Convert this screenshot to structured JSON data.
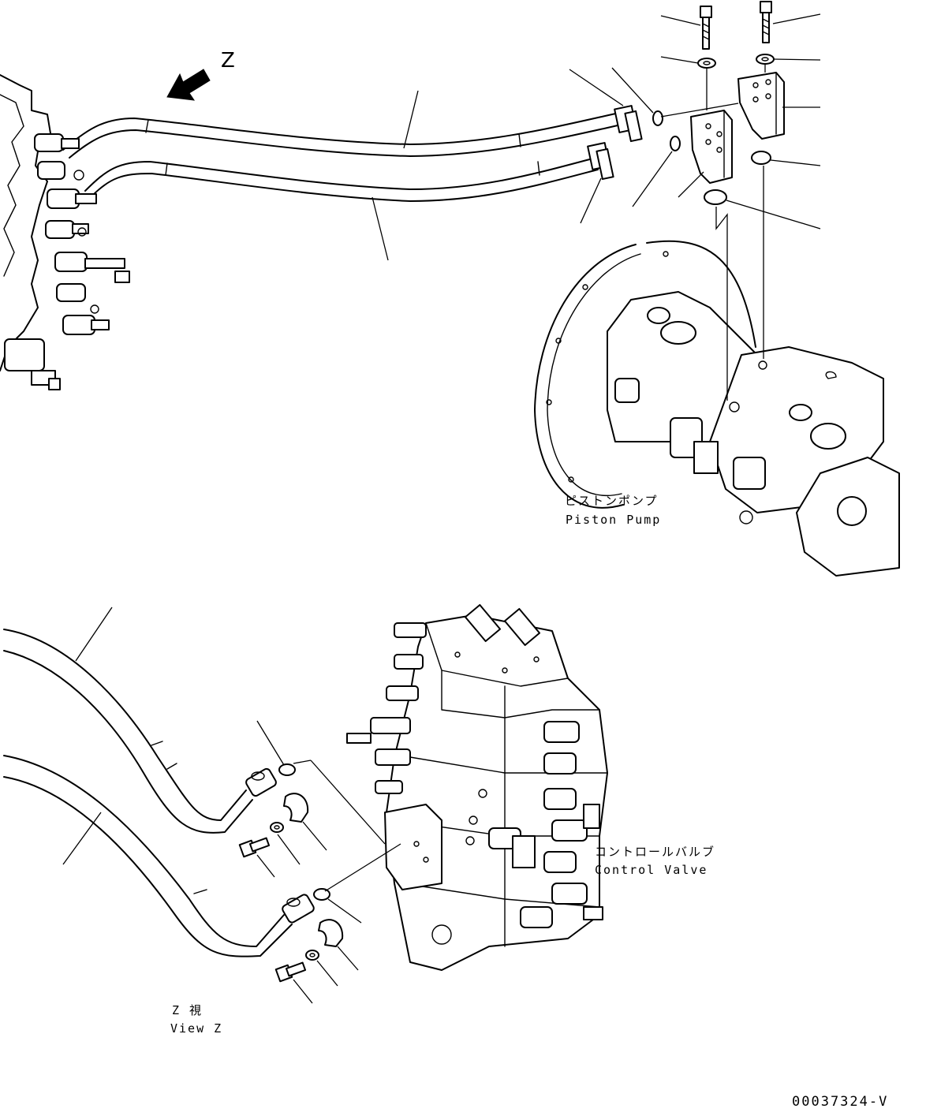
{
  "labels": {
    "view_marker": "Z",
    "piston_pump_jp": "ピストンポンプ",
    "piston_pump_en": "Piston Pump",
    "control_valve_jp": "コントロールバルブ",
    "control_valve_en": "Control Valve",
    "view_z_jp": "Z 視",
    "view_z_en": "View Z",
    "drawing_number": "00037324-V"
  }
}
